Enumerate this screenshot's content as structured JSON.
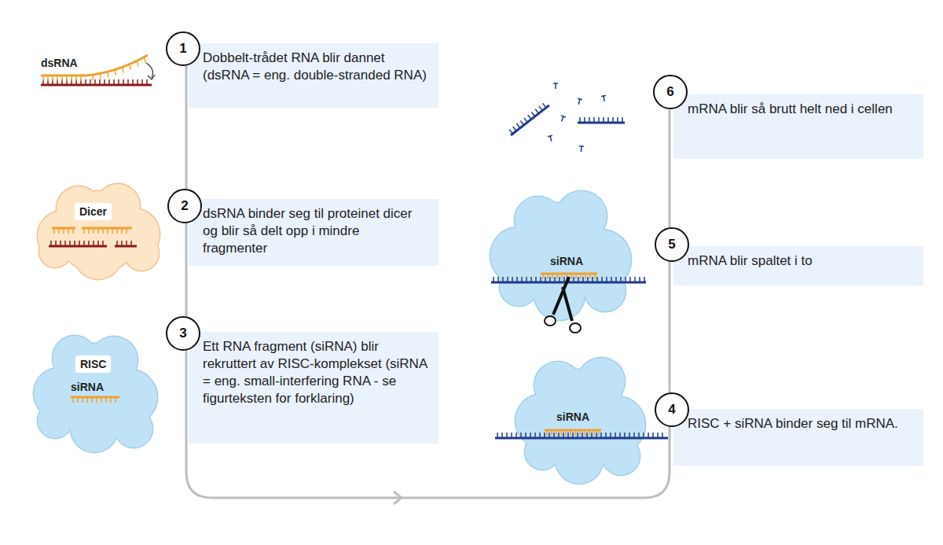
{
  "diagram": {
    "nodes": [
      {
        "text": [
          "1"
        ]
      },
      {
        "text": [
          "Dobbelt-trådet RNA blir dannet (dsRNA = eng. double-stranded RNA)"
        ]
      },
      {
        "text": [
          "2"
        ]
      },
      {
        "text": [
          "dsRNA binder seg til proteinet dicer og blir så delt opp i mindre fragmenter"
        ]
      },
      {
        "text": [
          "3"
        ]
      },
      {
        "text": [
          "Ett RNA fragment (siRNA) blir rekruttert av RISC-komplekset (siRNA = eng. small-interfering RNA - se figurteksten for forklaring)"
        ]
      },
      {
        "text": [
          "4"
        ]
      },
      {
        "text": [
          "RISC + siRNA binder seg til mRNA."
        ]
      },
      {
        "text": [
          "5"
        ]
      },
      {
        "text": [
          "mRNA blir spaltet i to"
        ]
      },
      {
        "text": [
          "6"
        ]
      },
      {
        "text": [
          "mRNA blir så brutt helt ned i cellen"
        ]
      }
    ],
    "labels": [
      "dsRNA",
      "Dicer",
      "RISC",
      "siRNA",
      "siRNA",
      "siRNA"
    ]
  }
}
